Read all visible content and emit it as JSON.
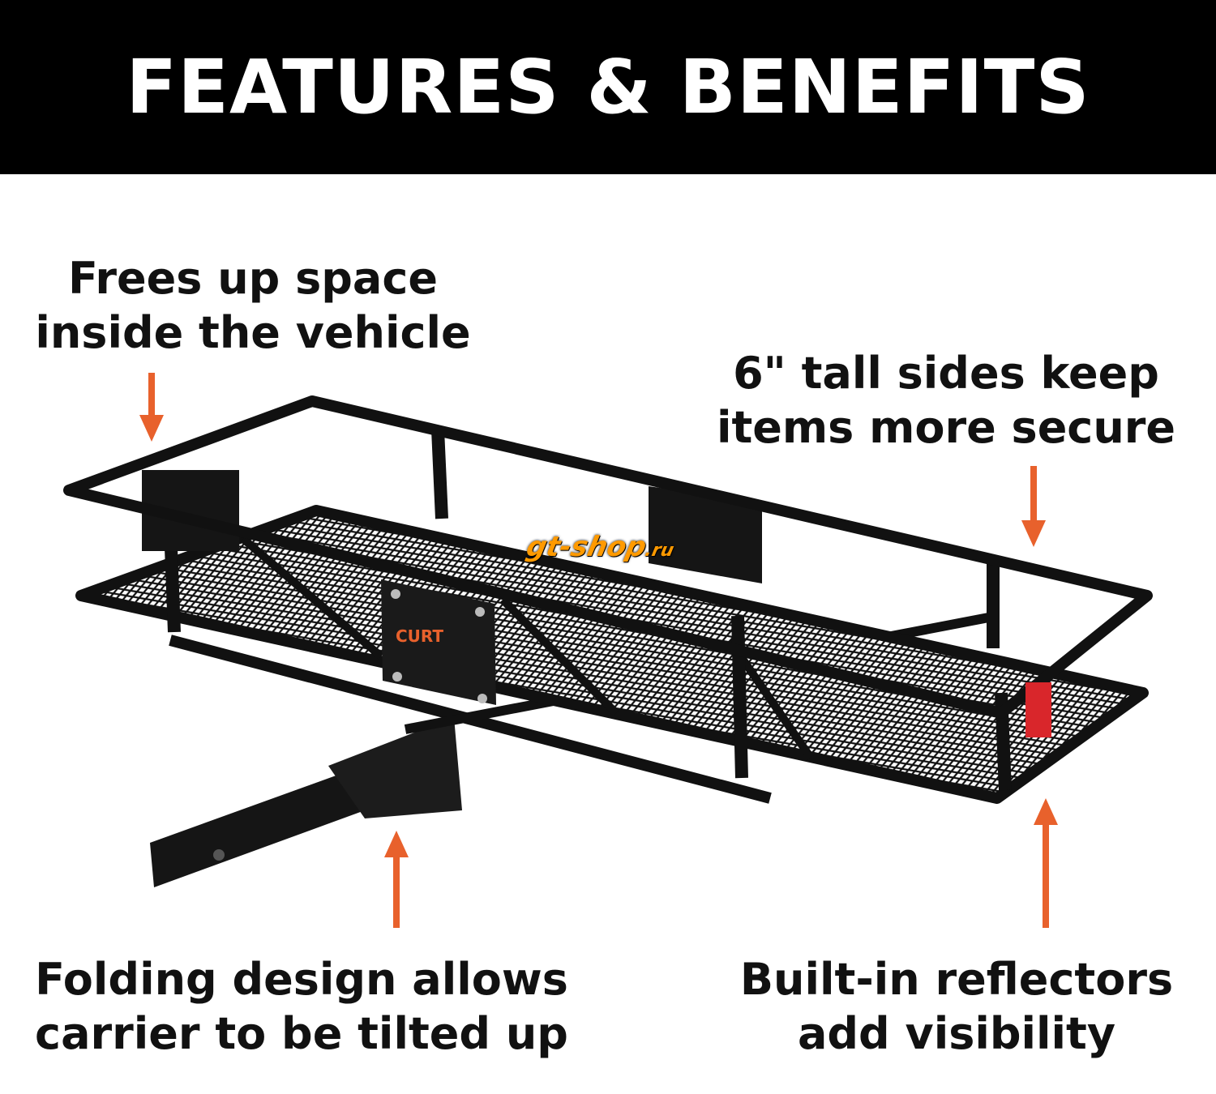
{
  "header": {
    "title": "FEATURES & BENEFITS"
  },
  "callouts": [
    {
      "lines": [
        "Frees up space",
        "inside the vehicle"
      ]
    },
    {
      "lines": [
        "6\" tall sides keep",
        "items more secure"
      ]
    },
    {
      "lines": [
        "Folding design allows",
        "carrier to be tilted up"
      ]
    },
    {
      "lines": [
        "Built-in reflectors",
        "add visibility"
      ]
    }
  ],
  "product": {
    "brand_plate": "CURT"
  },
  "watermark": {
    "main": "gt-shop",
    "suffix": ".ru"
  },
  "colors": {
    "accent": "#e8612c",
    "header_bg": "#000000",
    "reflector": "#d9262b"
  }
}
